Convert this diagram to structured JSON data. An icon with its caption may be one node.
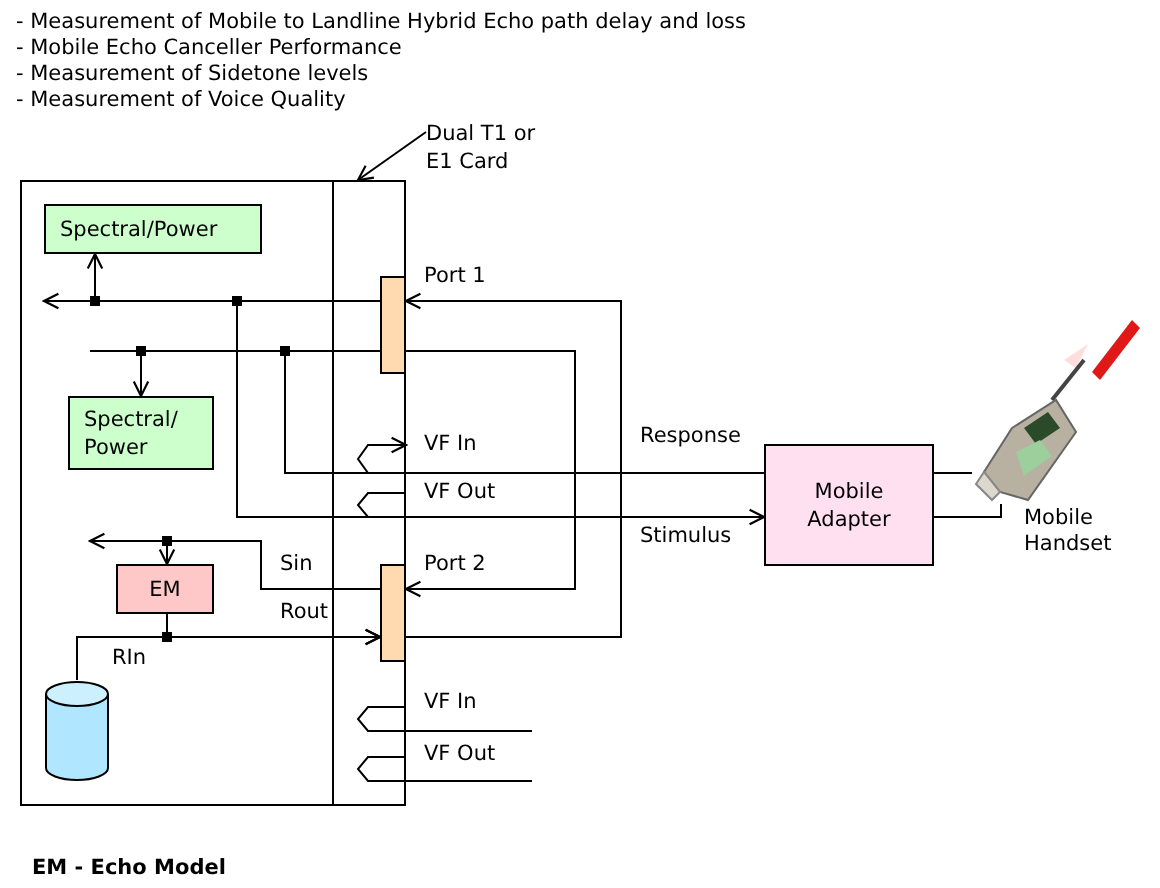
{
  "diagram": {
    "nodes": [
      {
        "text": [
          "Dual T1 or E1 Card"
        ]
      },
      {
        "text": [],
        "shape": "box"
      },
      {
        "text": [],
        "shape": "box",
        "in": 1
      },
      {
        "text": [
          "Spectral/Power"
        ],
        "in": 1
      },
      {
        "text": [],
        "shape": "bar",
        "in": 2,
        "beside": [
          "Port 1"
        ]
      },
      {
        "text": [
          "Spectral/ Power"
        ],
        "in": 1
      },
      {
        "text": [
          "Mobile Adapter"
        ]
      },
      {
        "text": [],
        "shape": "picture",
        "beside": [
          "Mobile Handset"
        ]
      },
      {
        "text": [
          "EM"
        ],
        "in": 1
      },
      {
        "text": [],
        "shape": "bar",
        "in": 2,
        "beside": [
          "Port 2"
        ]
      },
      {
        "text": [],
        "shape": "cylinder",
        "in": 1
      }
    ],
    "edges": [
      {
        "from": 10,
        "to": 9,
        "arrow": "to"
      },
      {
        "from": 9,
        "to": 4,
        "arrow": "to"
      },
      {
        "from": 4,
        "to": null,
        "arrow": "to"
      },
      {
        "from": 4,
        "to": 9,
        "arrow": "to"
      },
      {
        "from": 9,
        "to": 8,
        "arrow": "to"
      },
      {
        "from": null,
        "to": 3,
        "arrow": "to"
      },
      {
        "from": null,
        "to": 5,
        "arrow": "to"
      },
      {
        "from": 6,
        "to": 2,
        "arrow": "to",
        "label": "Response"
      },
      {
        "from": 2,
        "to": 6,
        "arrow": "to",
        "label": "Stimulus"
      },
      {
        "from": 8,
        "to": null,
        "arrow": "to"
      },
      {
        "from": 8,
        "to": 9,
        "arrow": "to"
      },
      {
        "from": 6,
        "to": 7,
        "arrow": "none"
      },
      {
        "from": 6,
        "to": 7,
        "arrow": "none"
      },
      {
        "from": 0,
        "to": 2,
        "arrow": "to"
      },
      {
        "from": 4,
        "to": null,
        "arrow": "none"
      },
      {
        "from": 2,
        "to": null,
        "arrow": "other"
      },
      {
        "from": 4,
        "to": 2,
        "arrow": "none"
      },
      {
        "from": 2,
        "to": null,
        "arrow": "none"
      },
      {
        "from": 2,
        "to": null,
        "arrow": "none"
      }
    ],
    "labels": [
      "- Measurement of Mobile to Landline Hybrid Echo path delay and loss",
      "- Mobile Echo Canceller Performance",
      "- Measurement of Sidetone levels",
      "- Measurement of Voice Quality",
      "VF In",
      "VF Out",
      "Sin",
      "Rout",
      "RIn",
      "VF In",
      "VF Out",
      "EM - Echo Model"
    ]
  }
}
